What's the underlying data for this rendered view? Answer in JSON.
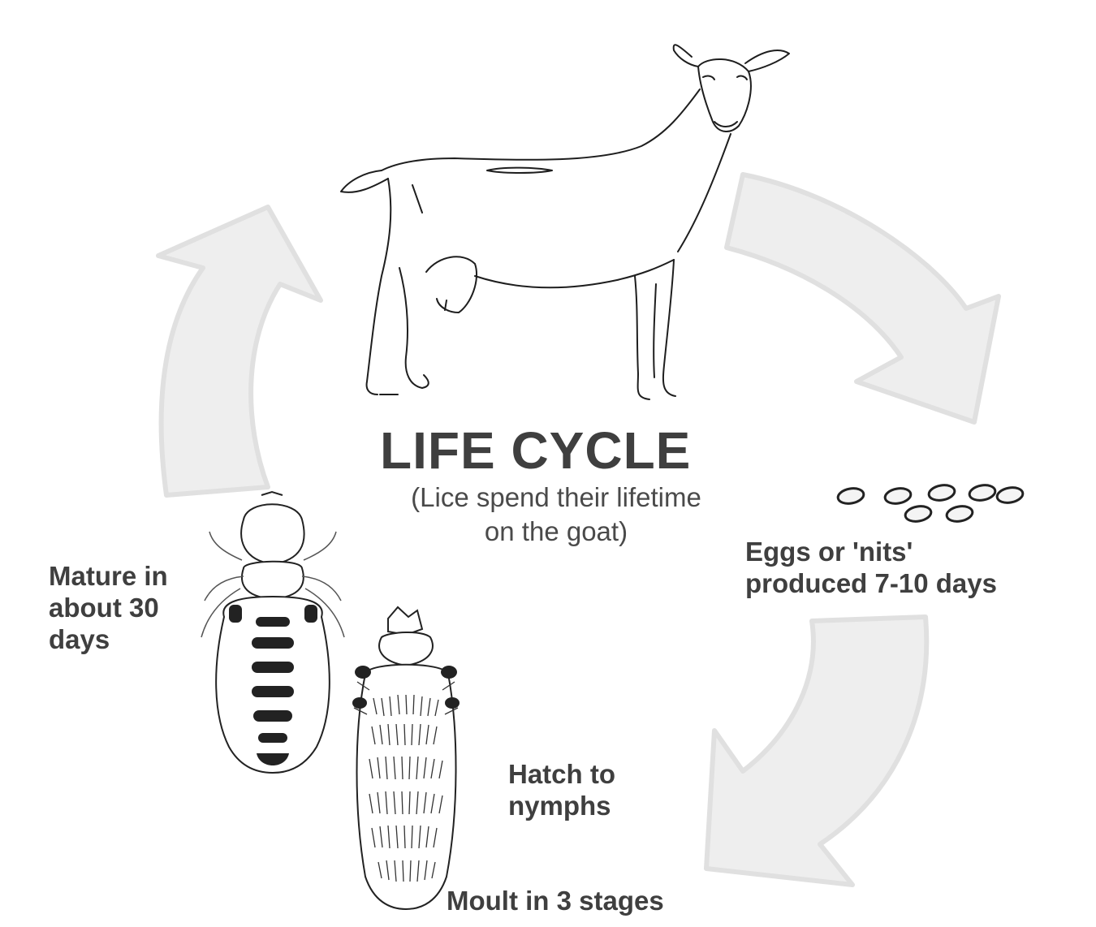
{
  "diagram": {
    "title": "LIFE CYCLE",
    "subtitle": "(Lice spend their lifetime\non the goat)",
    "stages": {
      "eggs": "Eggs or  'nits'\nproduced 7-10 days",
      "hatch": "Hatch to\nnymphs",
      "moult": "Moult in 3 stages",
      "mature": "Mature in\nabout 30\n days"
    },
    "icons": [
      "goat-illustration",
      "eggs-icon",
      "nymph-louse-icon",
      "adult-louse-icon",
      "cycle-arrow-icon"
    ],
    "colors": {
      "text": "#3f3f3f",
      "arrows": "#e6e6e6",
      "lines": "#222222"
    }
  }
}
